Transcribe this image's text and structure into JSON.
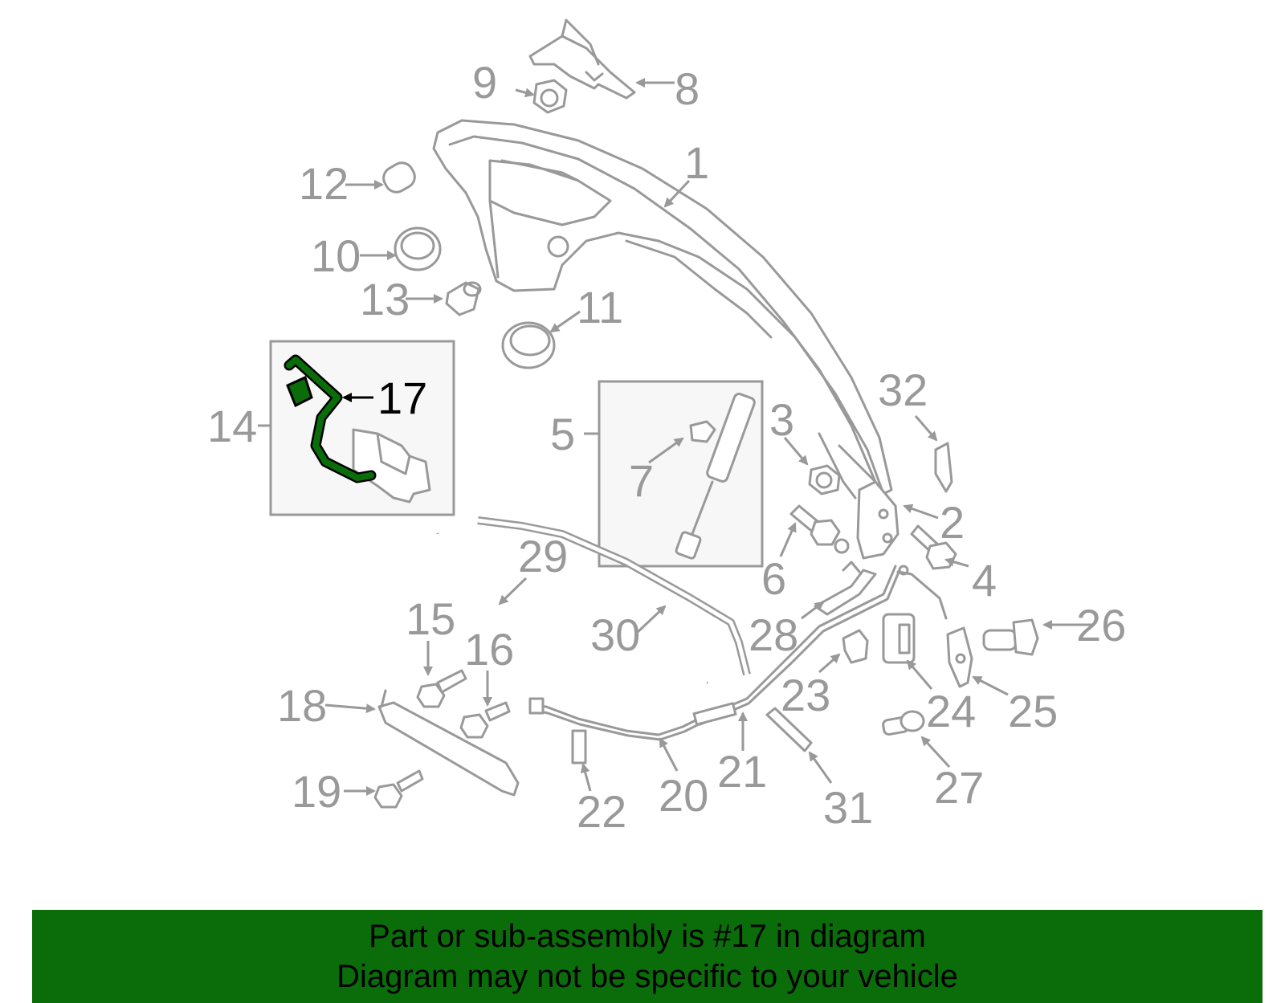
{
  "colors": {
    "part_gray": "#999999",
    "highlight_green": "#0a6d0a",
    "banner_bg": "#0a6d0a",
    "text_black": "#000000"
  },
  "labels": {
    "n1": "1",
    "n2": "2",
    "n3": "3",
    "n4": "4",
    "n5": "5",
    "n6": "6",
    "n7": "7",
    "n8": "8",
    "n9": "9",
    "n10": "10",
    "n11": "11",
    "n12": "12",
    "n13": "13",
    "n14": "14",
    "n15": "15",
    "n16": "16",
    "n17": "17",
    "n18": "18",
    "n19": "19",
    "n20": "20",
    "n21": "21",
    "n22": "22",
    "n23": "23",
    "n24": "24",
    "n25": "25",
    "n26": "26",
    "n27": "27",
    "n28": "28",
    "n29": "29",
    "n30": "30",
    "n31": "31",
    "n32": "32"
  },
  "highlighted_part": "17",
  "banner": {
    "line1": "Part or sub-assembly is #17 in diagram",
    "line2": "Diagram may not be specific to your vehicle"
  }
}
